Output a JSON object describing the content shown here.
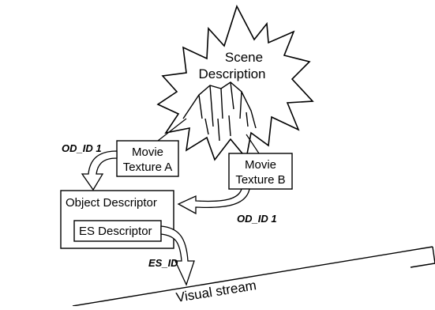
{
  "diagram": {
    "scene": {
      "line1": "Scene",
      "line2": "Description"
    },
    "movie_a": {
      "line1": "Movie",
      "line2": "Texture A"
    },
    "movie_b": {
      "line1": "Movie",
      "line2": "Texture B"
    },
    "object_descriptor": {
      "label": "Object Descriptor"
    },
    "es_descriptor": {
      "label": "ES Descriptor"
    },
    "od_id_a": "OD_ID 1",
    "od_id_b": "OD_ID 1",
    "es_id": "ES_ID",
    "visual_stream": "Visual stream"
  }
}
